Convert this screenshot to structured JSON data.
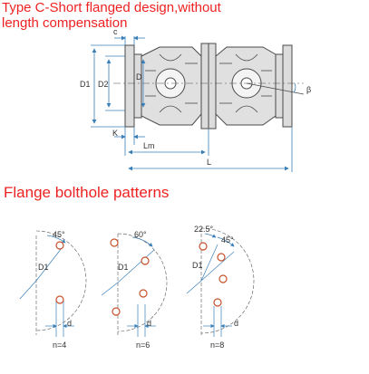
{
  "header": {
    "title_line1": "Type C-Short flanged design,without",
    "title_line2": "length compensation"
  },
  "section": {
    "subtitle": "Flange bolthole patterns"
  },
  "shaft_labels": {
    "c": "c",
    "d1": "D1",
    "d2": "D2",
    "d": "D",
    "k": "K",
    "lm": "Lm",
    "l": "L",
    "beta": "β"
  },
  "patterns": [
    {
      "n": "n=4",
      "angle_label": "45°",
      "d1": "D1",
      "d": "d"
    },
    {
      "n": "n=6",
      "angle_label": "60°",
      "d1": "D1",
      "d": "d"
    },
    {
      "n": "n=8",
      "angle_label_a": "22.5°",
      "angle_label_b": "45°",
      "d1": "D1",
      "d": "d"
    }
  ],
  "colors": {
    "title": "#ee2222",
    "line": "#4a4a4a",
    "dim_line": "#3a7fb8",
    "bolthole": "#c8522a",
    "fill": "#d9d9d9"
  }
}
